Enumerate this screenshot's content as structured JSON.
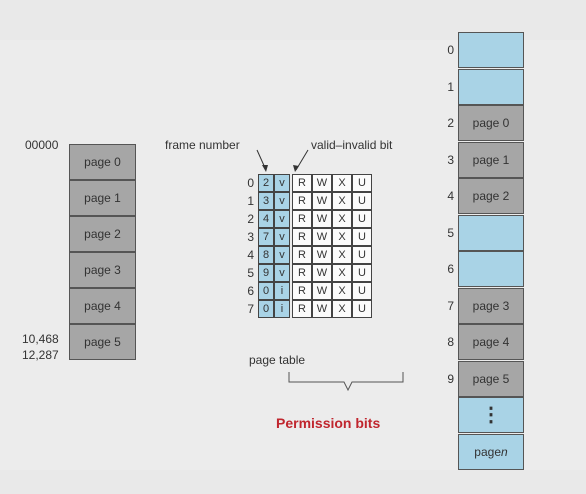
{
  "logical_memory": {
    "start_address": "00000",
    "end_addresses": [
      "10,468",
      "12,287"
    ],
    "pages": [
      "page 0",
      "page 1",
      "page 2",
      "page 3",
      "page 4",
      "page 5"
    ]
  },
  "page_table": {
    "frame_number_label": "frame number",
    "valid_invalid_label": "valid–invalid bit",
    "caption": "page table",
    "rows": [
      {
        "index": "0",
        "frame": "2",
        "valid": "v",
        "perms": [
          "R",
          "W",
          "X",
          "U"
        ]
      },
      {
        "index": "1",
        "frame": "3",
        "valid": "v",
        "perms": [
          "R",
          "W",
          "X",
          "U"
        ]
      },
      {
        "index": "2",
        "frame": "4",
        "valid": "v",
        "perms": [
          "R",
          "W",
          "X",
          "U"
        ]
      },
      {
        "index": "3",
        "frame": "7",
        "valid": "v",
        "perms": [
          "R",
          "W",
          "X",
          "U"
        ]
      },
      {
        "index": "4",
        "frame": "8",
        "valid": "v",
        "perms": [
          "R",
          "W",
          "X",
          "U"
        ]
      },
      {
        "index": "5",
        "frame": "9",
        "valid": "v",
        "perms": [
          "R",
          "W",
          "X",
          "U"
        ]
      },
      {
        "index": "6",
        "frame": "0",
        "valid": "i",
        "perms": [
          "R",
          "W",
          "X",
          "U"
        ]
      },
      {
        "index": "7",
        "frame": "0",
        "valid": "i",
        "perms": [
          "R",
          "W",
          "X",
          "U"
        ]
      }
    ],
    "permission_label": "Permission bits"
  },
  "physical_memory": {
    "frames": [
      {
        "index": "0",
        "label": "",
        "fill": "blue"
      },
      {
        "index": "1",
        "label": "",
        "fill": "blue"
      },
      {
        "index": "2",
        "label": "page 0",
        "fill": "gray"
      },
      {
        "index": "3",
        "label": "page 1",
        "fill": "gray"
      },
      {
        "index": "4",
        "label": "page 2",
        "fill": "gray"
      },
      {
        "index": "5",
        "label": "",
        "fill": "blue"
      },
      {
        "index": "6",
        "label": "",
        "fill": "blue"
      },
      {
        "index": "7",
        "label": "page 3",
        "fill": "gray"
      },
      {
        "index": "8",
        "label": "page 4",
        "fill": "gray"
      },
      {
        "index": "9",
        "label": "page 5",
        "fill": "gray"
      },
      {
        "index": "",
        "label": "⋮",
        "fill": "blue"
      },
      {
        "index": "",
        "label": "page n",
        "fill": "blue"
      }
    ]
  },
  "colors": {
    "valid_bg": "#a9d3e6",
    "page_bg": "#a6a6a6",
    "permission_text": "#c0262e"
  }
}
